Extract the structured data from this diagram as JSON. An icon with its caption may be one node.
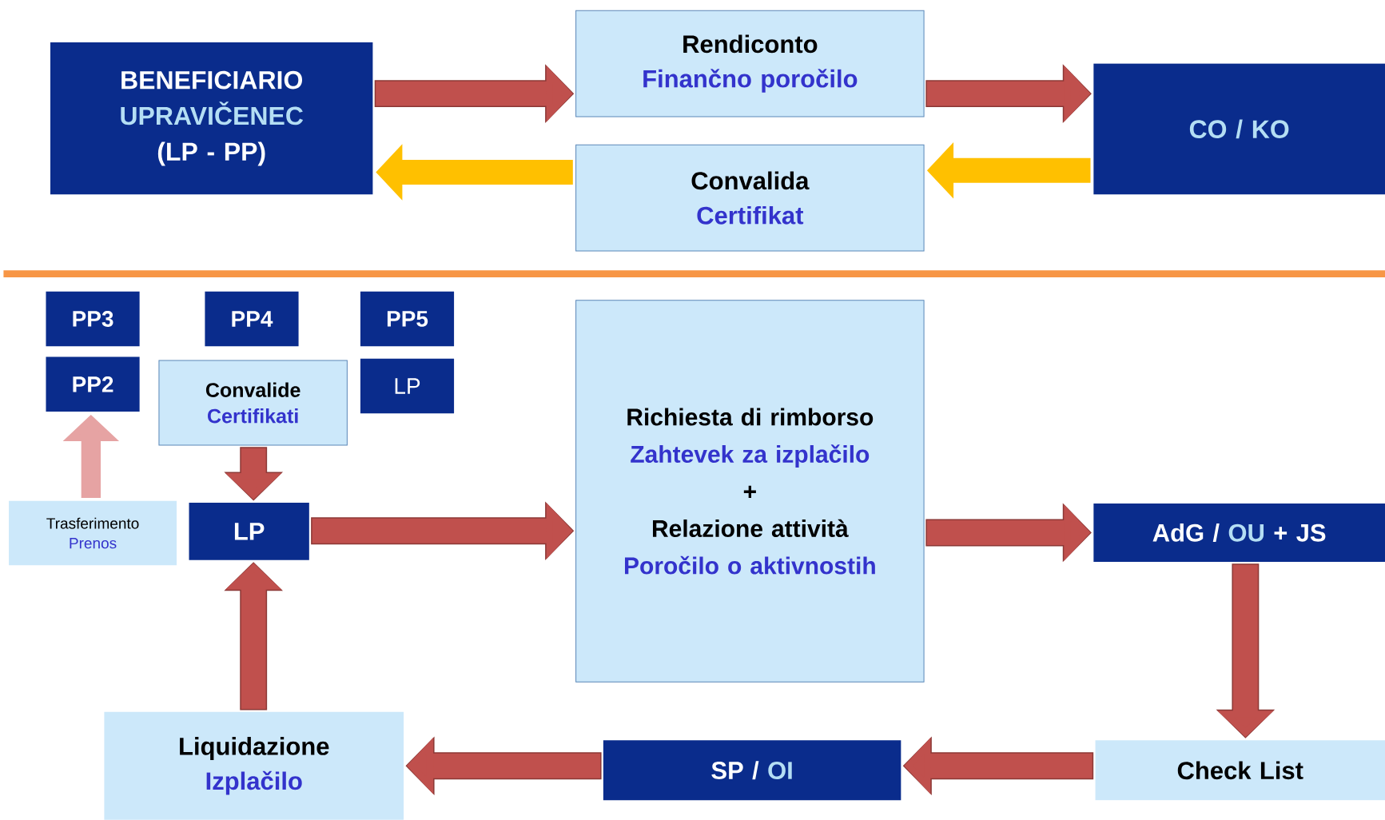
{
  "diagram": {
    "nodes": [
      {
        "text": [
          "BENEFICIARIO",
          "UPRAVIČENEC",
          "(LP - PP)"
        ]
      },
      {
        "text": [
          "Rendiconto",
          "Finančno poročilo"
        ]
      },
      {
        "text": [
          "CO / KO"
        ]
      },
      {
        "text": [
          "Convalida",
          "Certifikat"
        ]
      },
      {
        "text": [
          "PP3"
        ]
      },
      {
        "text": [
          "PP4"
        ]
      },
      {
        "text": [
          "PP5"
        ]
      },
      {
        "text": [
          "PP2"
        ]
      },
      {
        "text": [
          "Convalide",
          "Certifikati"
        ]
      },
      {
        "text": [
          "LP"
        ]
      },
      {
        "text": [
          "Trasferimento",
          "Prenos"
        ]
      },
      {
        "text": [
          "LP"
        ]
      },
      {
        "text": [
          "Richiesta di rimborso",
          "Zahtevek za izplačilo",
          "+",
          "Relazione attività",
          "Poročilo o aktivnostih"
        ]
      },
      {
        "text": [
          "AdG /",
          "OU",
          "+ JS"
        ]
      },
      {
        "text": [
          "Check List"
        ]
      },
      {
        "text": [
          "SP /",
          "OI"
        ]
      },
      {
        "text": [
          "Liquidazione",
          "Izplačilo"
        ]
      }
    ],
    "edges": [
      {
        "from": 0,
        "to": 1,
        "arrow": "to"
      },
      {
        "from": 1,
        "to": 2,
        "arrow": "to"
      },
      {
        "from": 2,
        "to": 3,
        "arrow": "to",
        "color": "#ffc000"
      },
      {
        "from": 3,
        "to": 0,
        "arrow": "to",
        "color": "#ffc000"
      },
      {
        "from": 11,
        "to": 12,
        "arrow": "to"
      },
      {
        "from": 12,
        "to": 13,
        "arrow": "to"
      },
      {
        "from": 13,
        "to": 14,
        "arrow": "to"
      },
      {
        "from": 14,
        "to": 15,
        "arrow": "to"
      },
      {
        "from": 15,
        "to": 16,
        "arrow": "to"
      },
      {
        "from": 16,
        "to": 11,
        "arrow": "to"
      },
      {
        "from": 8,
        "to": 11,
        "arrow": "to"
      },
      {
        "from": 10,
        "to": 7,
        "arrow": "to",
        "color": "#e6a3a3"
      }
    ]
  }
}
